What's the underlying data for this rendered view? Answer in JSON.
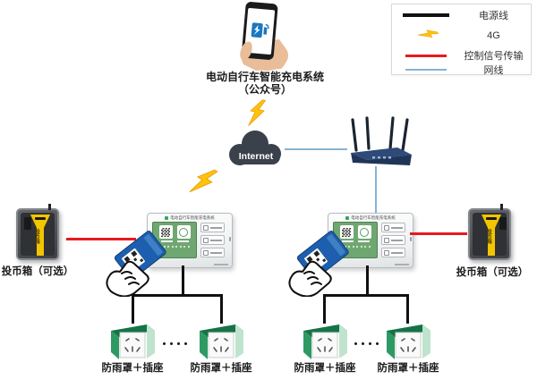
{
  "legend": {
    "items": [
      {
        "name": "power-line",
        "label": "电源线",
        "color": "#111111"
      },
      {
        "name": "4g",
        "label": "4G",
        "color": "#ffc20e"
      },
      {
        "name": "control-signal",
        "label": "控制信号传输",
        "color": "#e8191f"
      },
      {
        "name": "network-cable",
        "label": "网线",
        "color": "#85b3d6"
      }
    ]
  },
  "app": {
    "caption_line1": "电动自行车智能充电系统",
    "caption_line2": "（公众号）"
  },
  "cloud": {
    "label": "Internet"
  },
  "controller": {
    "header": "电动自行车智能充电系统"
  },
  "coin_box": {
    "device_label": "投币箱",
    "caption": "投币箱（可选）"
  },
  "outlet": {
    "caption": "防雨罩＋插座",
    "more": "• • • •"
  },
  "colors": {
    "power_line": "#111111",
    "control_signal": "#e8191f",
    "network_cable": "#85b3d6",
    "lightning_4g": "#ffc20e",
    "cloud": "#3a414b",
    "screen_green": "#6fa771",
    "card_blue": "#1d5fae",
    "cover_green": "#157347",
    "coin_funnel_yellow": "#f2c500"
  }
}
